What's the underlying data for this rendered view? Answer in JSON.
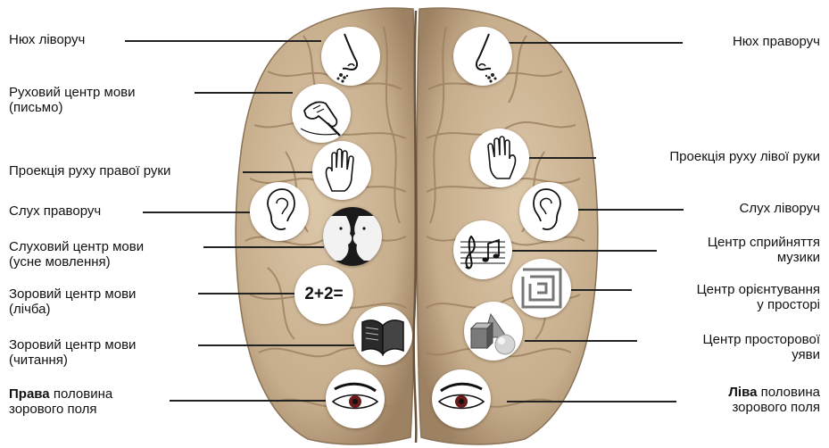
{
  "labels": {
    "smell_left": "Нюх ліворуч",
    "speech_motor_1": "Руховий центр мови",
    "speech_motor_2": "(письмо)",
    "right_hand": "Проекція руху правої руки",
    "hearing_right": "Слух праворуч",
    "speech_auditory_1": "Слуховий центр мови",
    "speech_auditory_2": "(усне мовлення)",
    "speech_visual_count_1": "Зоровий центр мови",
    "speech_visual_count_2": "(лічба)",
    "speech_visual_read_1": "Зоровий центр мови",
    "speech_visual_read_2": "(читання)",
    "right_half_bold": "Права",
    "right_half_rest": " половина",
    "right_half_2": "зорового поля",
    "smell_right": "Нюх праворуч",
    "left_hand": "Проекція руху лівої руки",
    "hearing_left": "Слух ліворуч",
    "music_1": "Центр сприйняття",
    "music_2": "музики",
    "orientation_1": "Центр орієнтування",
    "orientation_2": "у просторі",
    "spatial_1": "Центр просторової",
    "spatial_2": "уяви",
    "left_half_bold": "Ліва",
    "left_half_rest": " половина",
    "left_half_2": "зорового поля"
  },
  "icons": {
    "math_text": "2+2="
  },
  "colors": {
    "brain": "#c9b294",
    "brain_shadow": "#8a7356",
    "fold": "#a18664",
    "line": "#222222"
  }
}
